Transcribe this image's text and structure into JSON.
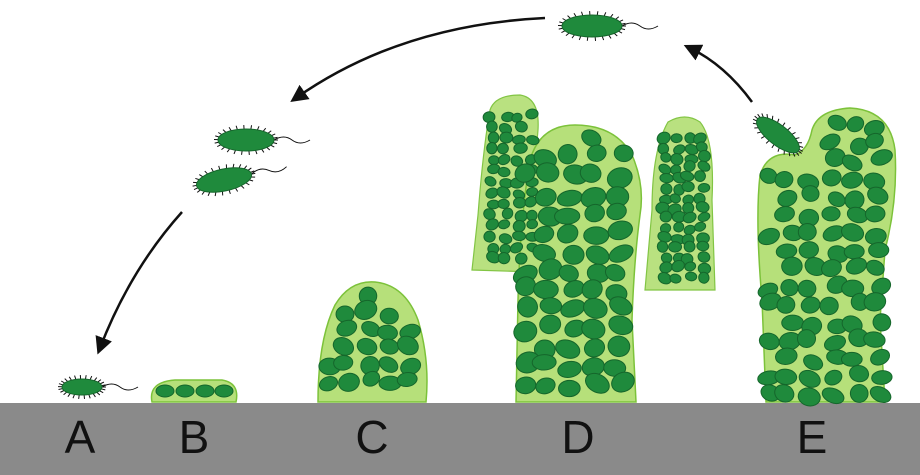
{
  "stages": [
    {
      "id": "A",
      "label": "A"
    },
    {
      "id": "B",
      "label": "B"
    },
    {
      "id": "C",
      "label": "C"
    },
    {
      "id": "D",
      "label": "D"
    },
    {
      "id": "E",
      "label": "E"
    }
  ],
  "colors": {
    "ground": "#8a8a8a",
    "matrix": "#b6e07a",
    "matrix_edge": "#7cc23a",
    "cell": "#1f8a3c",
    "cell_dark": "#15662b",
    "arrow": "#111111"
  }
}
